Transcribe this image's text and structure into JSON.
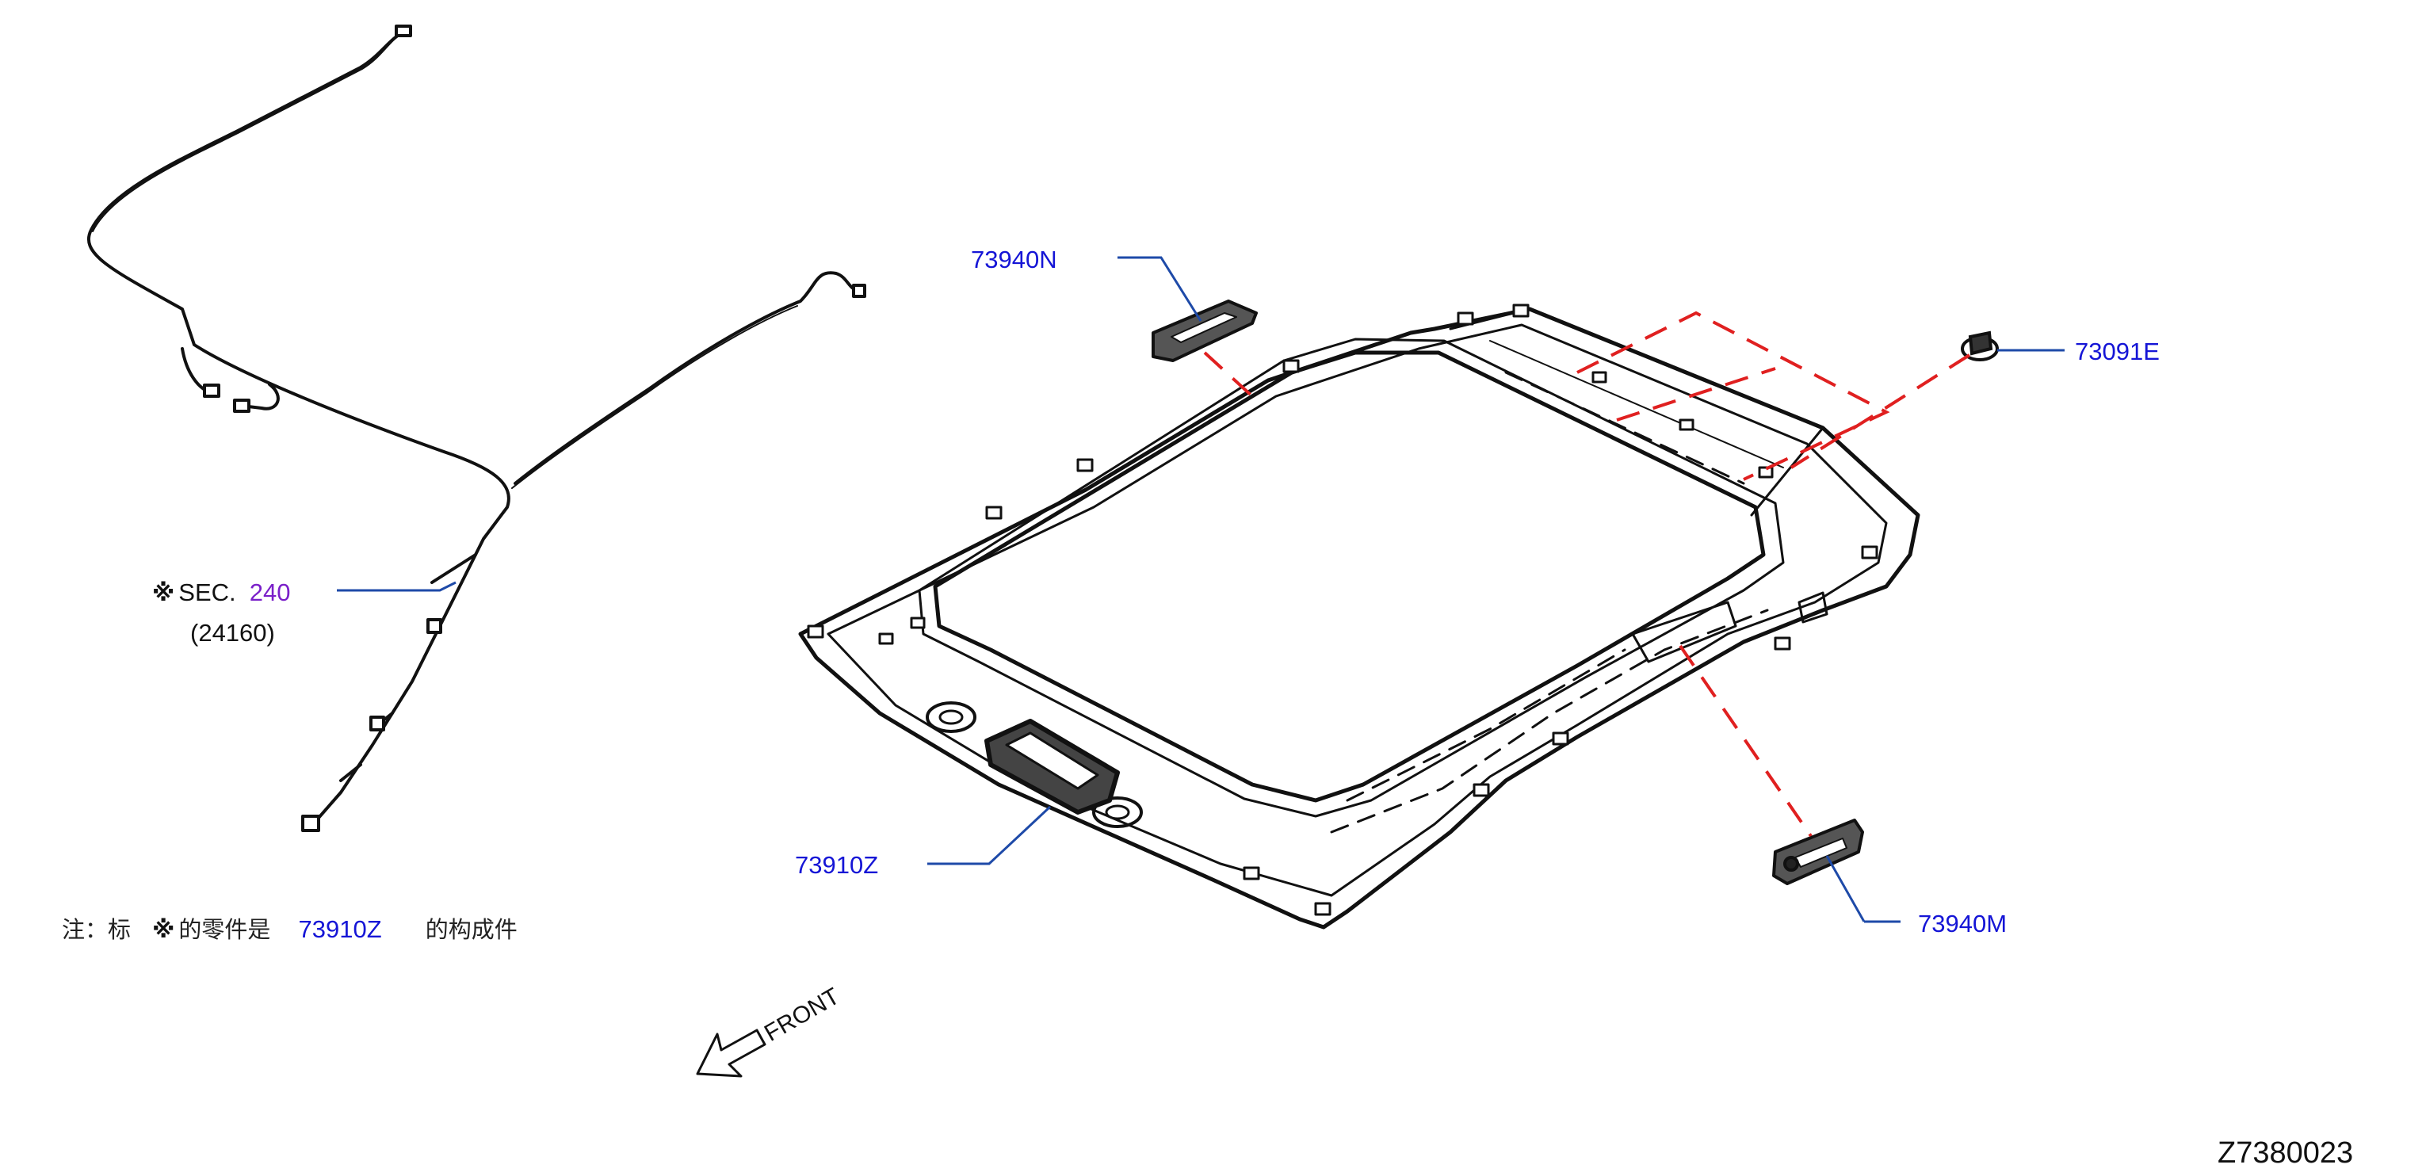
{
  "callouts": {
    "part_73940n": "73940N",
    "part_73091e": "73091E",
    "part_73910z": "73910Z",
    "part_73940m": "73940M"
  },
  "section_ref": {
    "mark": "※",
    "prefix": "SEC.",
    "number": "240",
    "sub": "(24160)"
  },
  "note": {
    "prefix": "注：标",
    "mark": "※",
    "mid": "的零件是",
    "part": "73910Z",
    "suffix": "的构成件"
  },
  "direction": {
    "label": "FRONT"
  },
  "diagram_code": "Z7380023",
  "colors": {
    "callout_text": "#1515d6",
    "leader_line": "#1e4aa8",
    "section_number": "#7a1fc9",
    "dashed_link": "#e02020",
    "outline": "#111111"
  }
}
